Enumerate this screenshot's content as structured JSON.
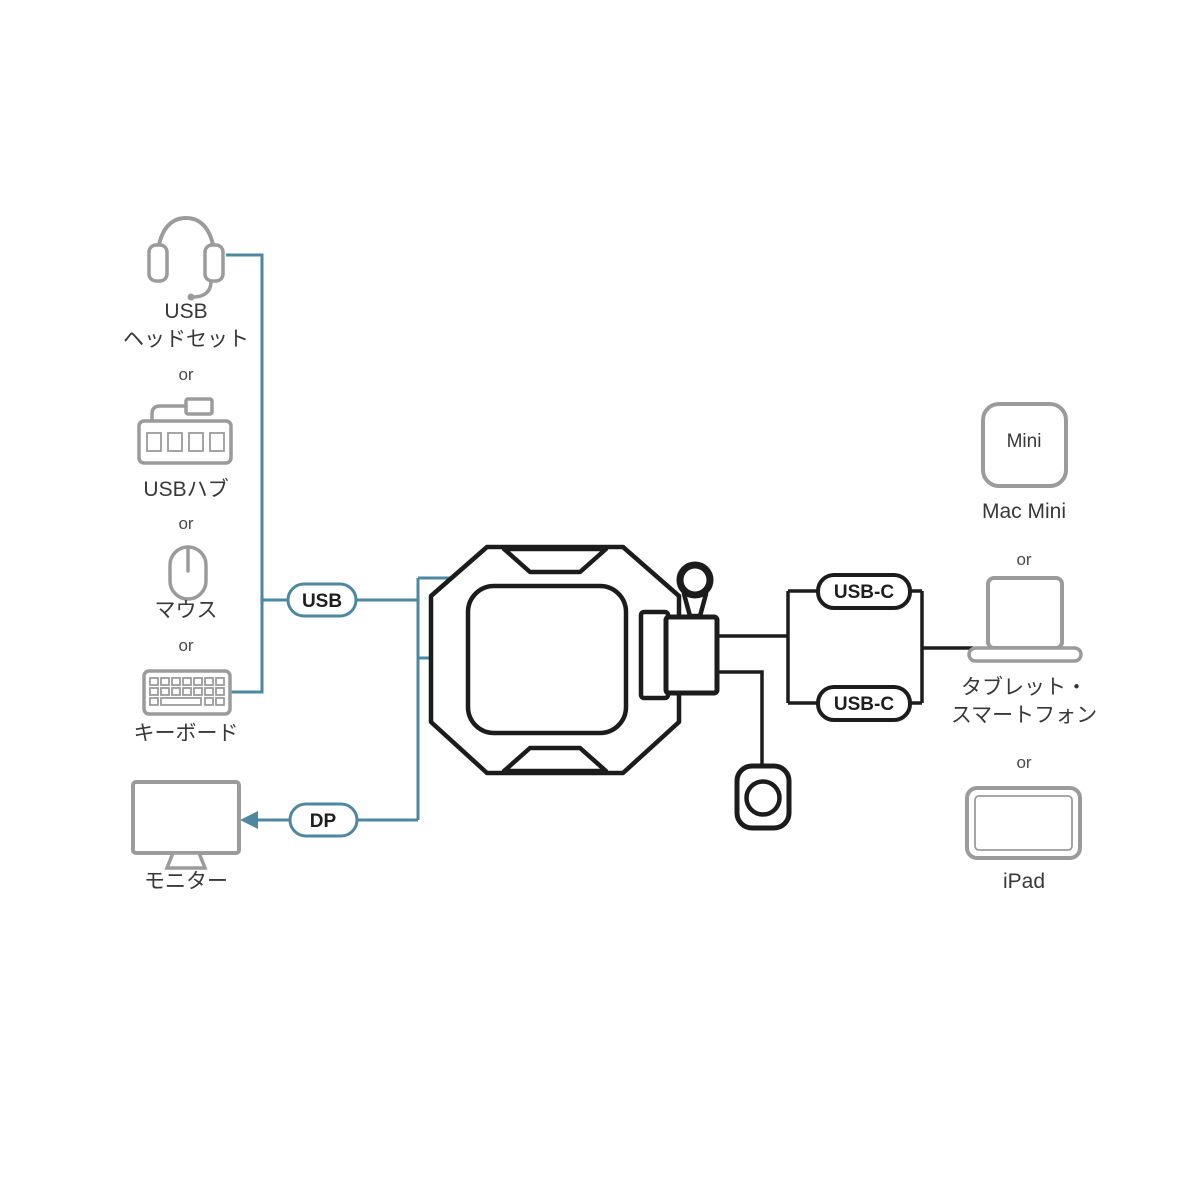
{
  "diagram": {
    "colors": {
      "line_blue": "#4e87a0",
      "device_black": "#1c1c1c",
      "icon_gray": "#9b9b9b",
      "text_dark": "#383838",
      "or_gray": "#4a4a4a"
    },
    "or": "or",
    "left": {
      "headset_label_1": "USB",
      "headset_label_2": "ヘッドセット",
      "hub_label": "USBハブ",
      "mouse_label": "マウス",
      "keyboard_label": "キーボード",
      "monitor_label": "モニター"
    },
    "ports": {
      "usb": "USB",
      "dp": "DP",
      "usbc_top": "USB-C",
      "usbc_bottom": "USB-C"
    },
    "right": {
      "mac_mini_text": "Mini",
      "mac_mini_label": "Mac Mini",
      "tablet_label_1": "タブレット・",
      "tablet_label_2": "スマートフォン",
      "ipad_label": "iPad"
    }
  }
}
